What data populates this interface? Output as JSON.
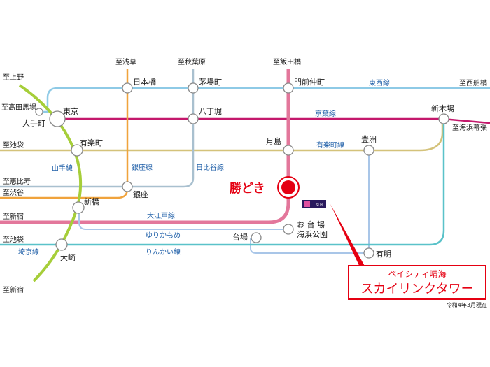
{
  "colors": {
    "yamanote": "#a6ce39",
    "tozai": "#8ecae6",
    "keiyo": "#c4186c",
    "yurakucho": "#d4c27a",
    "ginza": "#f0a33c",
    "hibiya": "#a9c0cf",
    "oedo": "#e3779b",
    "yurikamome": "#a9c6e8",
    "rinkai": "#5ac2c9",
    "text": "#1a1a1a",
    "line_label": "#1f5fa8",
    "accent_red": "#e50012"
  },
  "destinations": {
    "ueno": "至上野",
    "takadanobaba": "至高田馬場",
    "ikebukuro_1": "至池袋",
    "ebisu": "至恵比寿",
    "shibuya": "至渋谷",
    "shinjuku_1": "至新宿",
    "ikebukuro_2": "至池袋",
    "shinjuku_2": "至新宿",
    "asakusa": "至浅草",
    "akihabara": "至秋葉原",
    "iidabashi": "至飯田橋",
    "nishifunabashi": "至西船橋",
    "kaihinmakuhari": "至海浜幕張"
  },
  "stations": {
    "otemachi": "大手町",
    "tokyo": "東京",
    "yurakucho": "有楽町",
    "shimbashi": "新橋",
    "osaki": "大崎",
    "nihombashi": "日本橋",
    "kayabacho": "茅場町",
    "hatchobori": "八丁堀",
    "ginza": "銀座",
    "monzen": "門前仲町",
    "tsukishima": "月島",
    "kachidoki": "勝どき",
    "toyosu": "豊洲",
    "shinkiba": "新木場",
    "odaiba_1": "お 台 場",
    "odaiba_2": "海浜公園",
    "daiba": "台場",
    "ariake": "有明"
  },
  "line_labels": {
    "tozai": "東西線",
    "keiyo": "京葉線",
    "yurakucho": "有楽町線",
    "yamanote": "山手線",
    "ginza": "銀座線",
    "hibiya": "日比谷線",
    "oedo": "大江戸線",
    "yurikamome": "ゆりかもめ",
    "rinkai": "りんかい線",
    "saikyo": "埼京線"
  },
  "property": {
    "line1": "ベイシティ晴海",
    "line2": "スカイリンクタワー"
  },
  "building_icon": "building-marker-icon",
  "note": "令和4年3月現在"
}
